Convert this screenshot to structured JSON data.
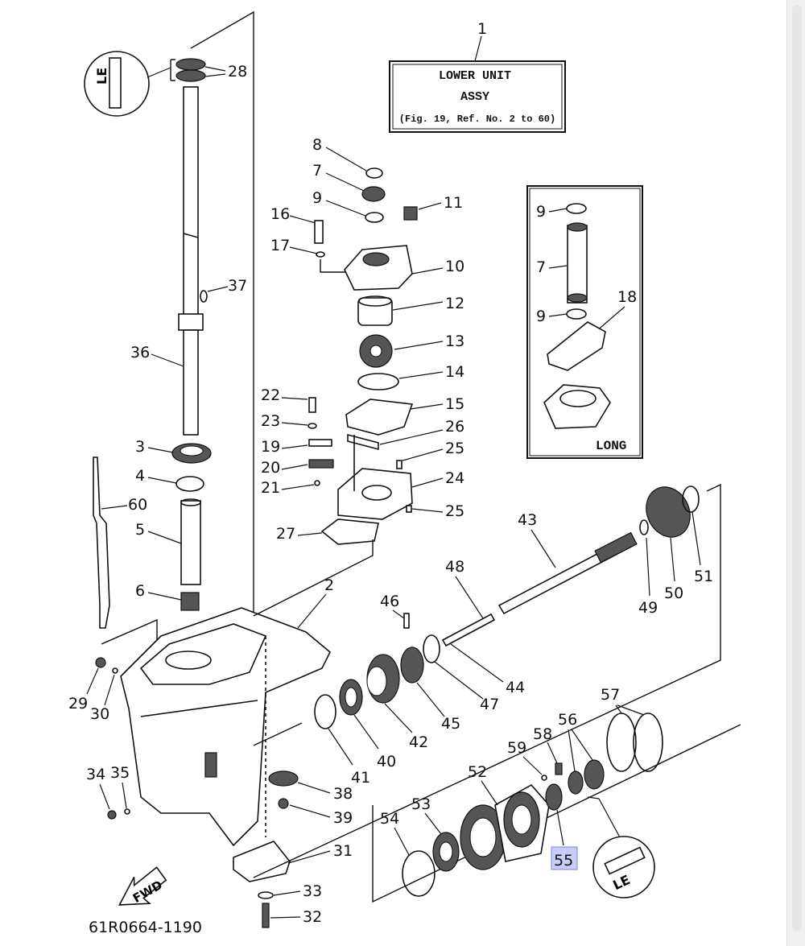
{
  "title_box": {
    "ref": "1",
    "line1": "LOWER UNIT",
    "line2": "ASSY",
    "line3": "(Fig. 19, Ref. No. 2 to 60)"
  },
  "inset": {
    "caption": "LONG",
    "labels": [
      "9",
      "7",
      "9",
      "18"
    ]
  },
  "part_labels": {
    "p2": "2",
    "p3": "3",
    "p4": "4",
    "p5": "5",
    "p6": "6",
    "p7": "7",
    "p8": "8",
    "p9": "9",
    "p10": "10",
    "p11": "11",
    "p12": "12",
    "p13": "13",
    "p14": "14",
    "p15": "15",
    "p16": "16",
    "p17": "17",
    "p19": "19",
    "p20": "20",
    "p21": "21",
    "p22": "22",
    "p23": "23",
    "p24": "24",
    "p25a": "25",
    "p25b": "25",
    "p26": "26",
    "p27": "27",
    "p28": "28",
    "p29": "29",
    "p30": "30",
    "p31": "31",
    "p32": "32",
    "p33": "33",
    "p34": "34",
    "p35": "35",
    "p36": "36",
    "p37": "37",
    "p38": "38",
    "p39": "39",
    "p40": "40",
    "p41": "41",
    "p42": "42",
    "p43": "43",
    "p44": "44",
    "p45": "45",
    "p46": "46",
    "p47": "47",
    "p48": "48",
    "p49": "49",
    "p50": "50",
    "p51": "51",
    "p52": "52",
    "p53": "53",
    "p54": "54",
    "p55": "55",
    "p56": "56",
    "p57": "57",
    "p58": "58",
    "p59": "59",
    "p60": "60"
  },
  "highlighted_part": "55",
  "highlight_color": "#c8cdf7",
  "fwd_arrow": "FWD",
  "drawing_number": "61R0664-1190",
  "grease_icon_text": "LE"
}
